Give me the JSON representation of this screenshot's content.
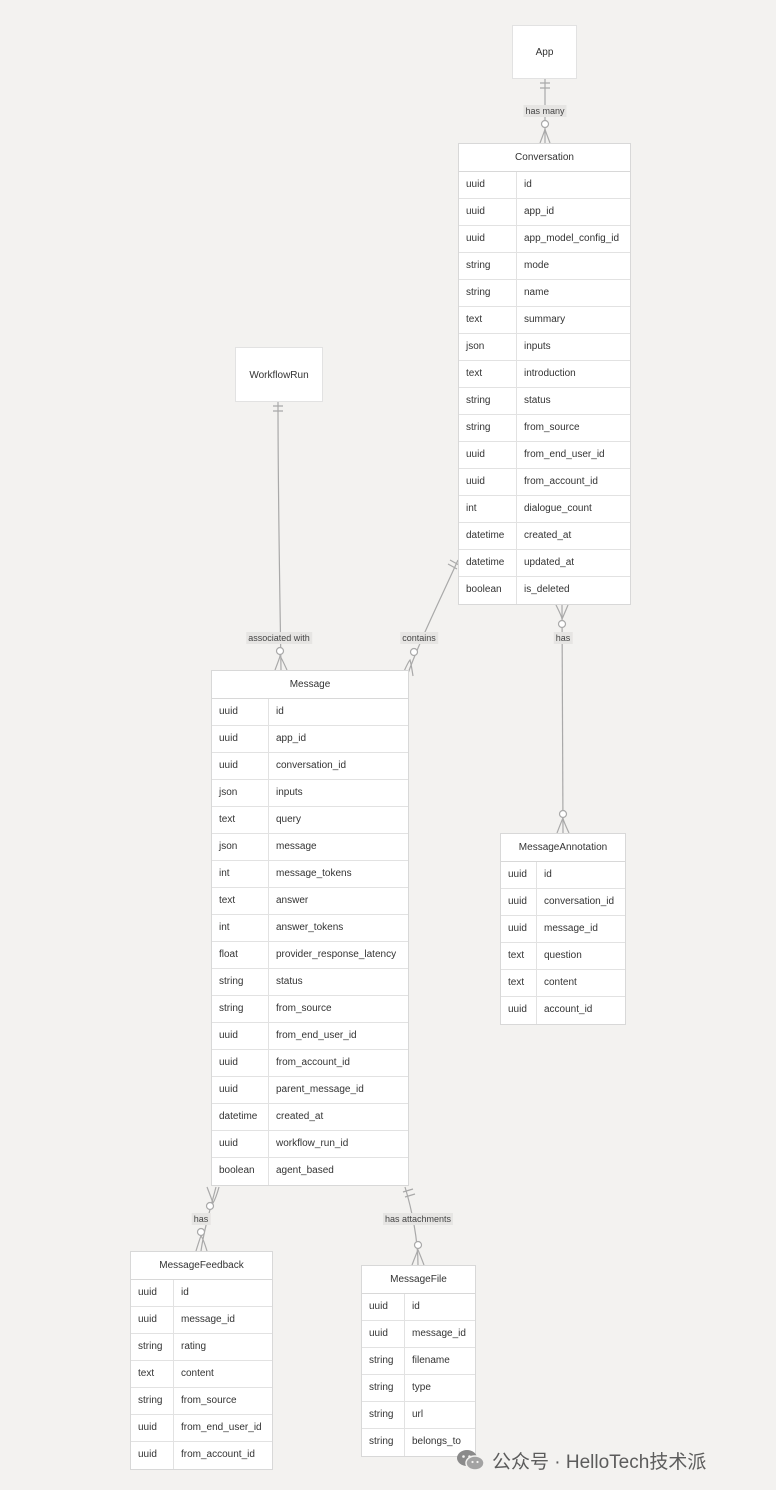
{
  "entities": {
    "app": {
      "title": "App"
    },
    "workflow_run": {
      "title": "WorkflowRun"
    },
    "conversation": {
      "title": "Conversation",
      "fields": [
        {
          "type": "uuid",
          "name": "id"
        },
        {
          "type": "uuid",
          "name": "app_id"
        },
        {
          "type": "uuid",
          "name": "app_model_config_id"
        },
        {
          "type": "string",
          "name": "mode"
        },
        {
          "type": "string",
          "name": "name"
        },
        {
          "type": "text",
          "name": "summary"
        },
        {
          "type": "json",
          "name": "inputs"
        },
        {
          "type": "text",
          "name": "introduction"
        },
        {
          "type": "string",
          "name": "status"
        },
        {
          "type": "string",
          "name": "from_source"
        },
        {
          "type": "uuid",
          "name": "from_end_user_id"
        },
        {
          "type": "uuid",
          "name": "from_account_id"
        },
        {
          "type": "int",
          "name": "dialogue_count"
        },
        {
          "type": "datetime",
          "name": "created_at"
        },
        {
          "type": "datetime",
          "name": "updated_at"
        },
        {
          "type": "boolean",
          "name": "is_deleted"
        }
      ]
    },
    "message": {
      "title": "Message",
      "fields": [
        {
          "type": "uuid",
          "name": "id"
        },
        {
          "type": "uuid",
          "name": "app_id"
        },
        {
          "type": "uuid",
          "name": "conversation_id"
        },
        {
          "type": "json",
          "name": "inputs"
        },
        {
          "type": "text",
          "name": "query"
        },
        {
          "type": "json",
          "name": "message"
        },
        {
          "type": "int",
          "name": "message_tokens"
        },
        {
          "type": "text",
          "name": "answer"
        },
        {
          "type": "int",
          "name": "answer_tokens"
        },
        {
          "type": "float",
          "name": "provider_response_latency"
        },
        {
          "type": "string",
          "name": "status"
        },
        {
          "type": "string",
          "name": "from_source"
        },
        {
          "type": "uuid",
          "name": "from_end_user_id"
        },
        {
          "type": "uuid",
          "name": "from_account_id"
        },
        {
          "type": "uuid",
          "name": "parent_message_id"
        },
        {
          "type": "datetime",
          "name": "created_at"
        },
        {
          "type": "uuid",
          "name": "workflow_run_id"
        },
        {
          "type": "boolean",
          "name": "agent_based"
        }
      ]
    },
    "message_annotation": {
      "title": "MessageAnnotation",
      "fields": [
        {
          "type": "uuid",
          "name": "id"
        },
        {
          "type": "uuid",
          "name": "conversation_id"
        },
        {
          "type": "uuid",
          "name": "message_id"
        },
        {
          "type": "text",
          "name": "question"
        },
        {
          "type": "text",
          "name": "content"
        },
        {
          "type": "uuid",
          "name": "account_id"
        }
      ]
    },
    "message_feedback": {
      "title": "MessageFeedback",
      "fields": [
        {
          "type": "uuid",
          "name": "id"
        },
        {
          "type": "uuid",
          "name": "message_id"
        },
        {
          "type": "string",
          "name": "rating"
        },
        {
          "type": "text",
          "name": "content"
        },
        {
          "type": "string",
          "name": "from_source"
        },
        {
          "type": "uuid",
          "name": "from_end_user_id"
        },
        {
          "type": "uuid",
          "name": "from_account_id"
        }
      ]
    },
    "message_file": {
      "title": "MessageFile",
      "fields": [
        {
          "type": "uuid",
          "name": "id"
        },
        {
          "type": "uuid",
          "name": "message_id"
        },
        {
          "type": "string",
          "name": "filename"
        },
        {
          "type": "string",
          "name": "type"
        },
        {
          "type": "string",
          "name": "url"
        },
        {
          "type": "string",
          "name": "belongs_to"
        }
      ]
    }
  },
  "relationships": [
    {
      "label": "has many"
    },
    {
      "label": "associated with"
    },
    {
      "label": "contains"
    },
    {
      "label": "has"
    },
    {
      "label": "has"
    },
    {
      "label": "has attachments"
    }
  ],
  "watermark": {
    "text": "公众号 · HelloTech技术派",
    "icon": "wechat-icon"
  }
}
